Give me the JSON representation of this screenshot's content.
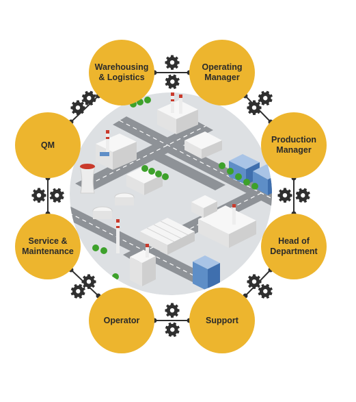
{
  "roles": [
    {
      "id": "warehousing",
      "label": "Warehousing\n& Logistics"
    },
    {
      "id": "operating-manager",
      "label": "Operating\nManager"
    },
    {
      "id": "production-manager",
      "label": "Production\nManager"
    },
    {
      "id": "head-of-department",
      "label": "Head of\nDepartment"
    },
    {
      "id": "support",
      "label": "Support"
    },
    {
      "id": "operator",
      "label": "Operator"
    },
    {
      "id": "service-maintenance",
      "label": "Service &\nMaintenance"
    },
    {
      "id": "qm",
      "label": "QM"
    }
  ],
  "colors": {
    "circle": "#EDB52E",
    "connector": "#2F2F2F",
    "road": "#8E9297",
    "ground": "#DDE0E3",
    "building": "#F2F2F2",
    "glass": "#5E8EC7",
    "tree": "#3DA12B",
    "chimney_red": "#C93A2C"
  },
  "icons": [
    "gear-icon"
  ]
}
